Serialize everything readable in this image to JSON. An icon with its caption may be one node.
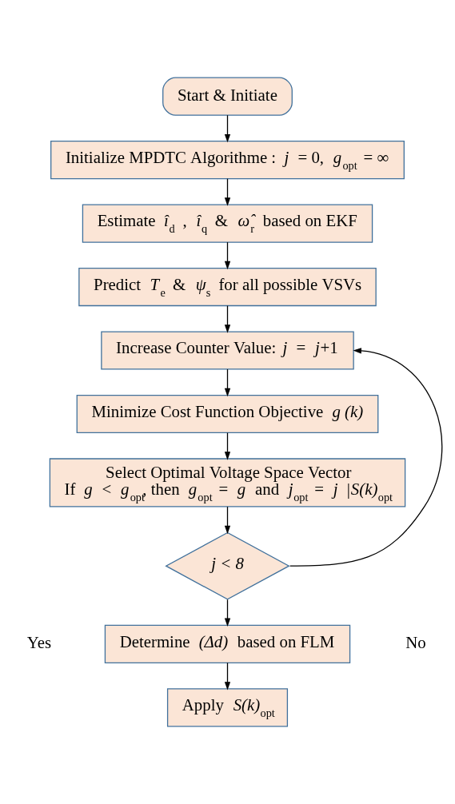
{
  "diagram": {
    "nodes": [
      {
        "text": [
          "Start & Initiate"
        ]
      },
      {
        "text": [
          "Initialize MPDTC Algorithme : *j* = 0, *g*$_{opt}$ = ∞"
        ]
      },
      {
        "text": [
          "Estimate *î*$_{d}$ , *î*$_{q}$ & *ω̂*$_{r}$ based on EKF"
        ]
      },
      {
        "text": [
          "Predict *T*$_{e}$ & *ψ*$_{s}$ for all possible VSVs"
        ]
      },
      {
        "text": [
          "Increase Counter Value: *j* = *j*+1"
        ]
      },
      {
        "text": [
          "Minimize Cost Function Objective *g (k)*"
        ]
      },
      {
        "text": [
          "Select Optimal Voltage Space Vector",
          "If *g* < *g*$_{opt}$, then *g*$_{opt}$ = *g* and *j*$_{opt}$ = *j* |*S(k)*$_{opt}$"
        ]
      },
      {
        "text": [
          "*j < 8*"
        ]
      },
      {
        "text": [
          "Determine *(Δd)* based on FLM"
        ]
      },
      {
        "text": [
          "Apply *S(k)*$_{opt}$"
        ]
      }
    ],
    "edges": [
      {
        "from": 0,
        "to": 1,
        "arrow": "to"
      },
      {
        "from": 1,
        "to": 2,
        "arrow": "to"
      },
      {
        "from": 2,
        "to": 3,
        "arrow": "to"
      },
      {
        "from": 3,
        "to": 4,
        "arrow": "to"
      },
      {
        "from": 4,
        "to": 5,
        "arrow": "to"
      },
      {
        "from": 5,
        "to": 6,
        "arrow": "to"
      },
      {
        "from": 6,
        "to": 7,
        "arrow": "to"
      },
      {
        "from": 7,
        "to": 8,
        "arrow": "to"
      },
      {
        "from": 8,
        "to": 9,
        "arrow": "to"
      },
      {
        "from": 7,
        "to": 4,
        "arrow": "to"
      }
    ],
    "labels": [
      "Yes",
      "No"
    ]
  }
}
